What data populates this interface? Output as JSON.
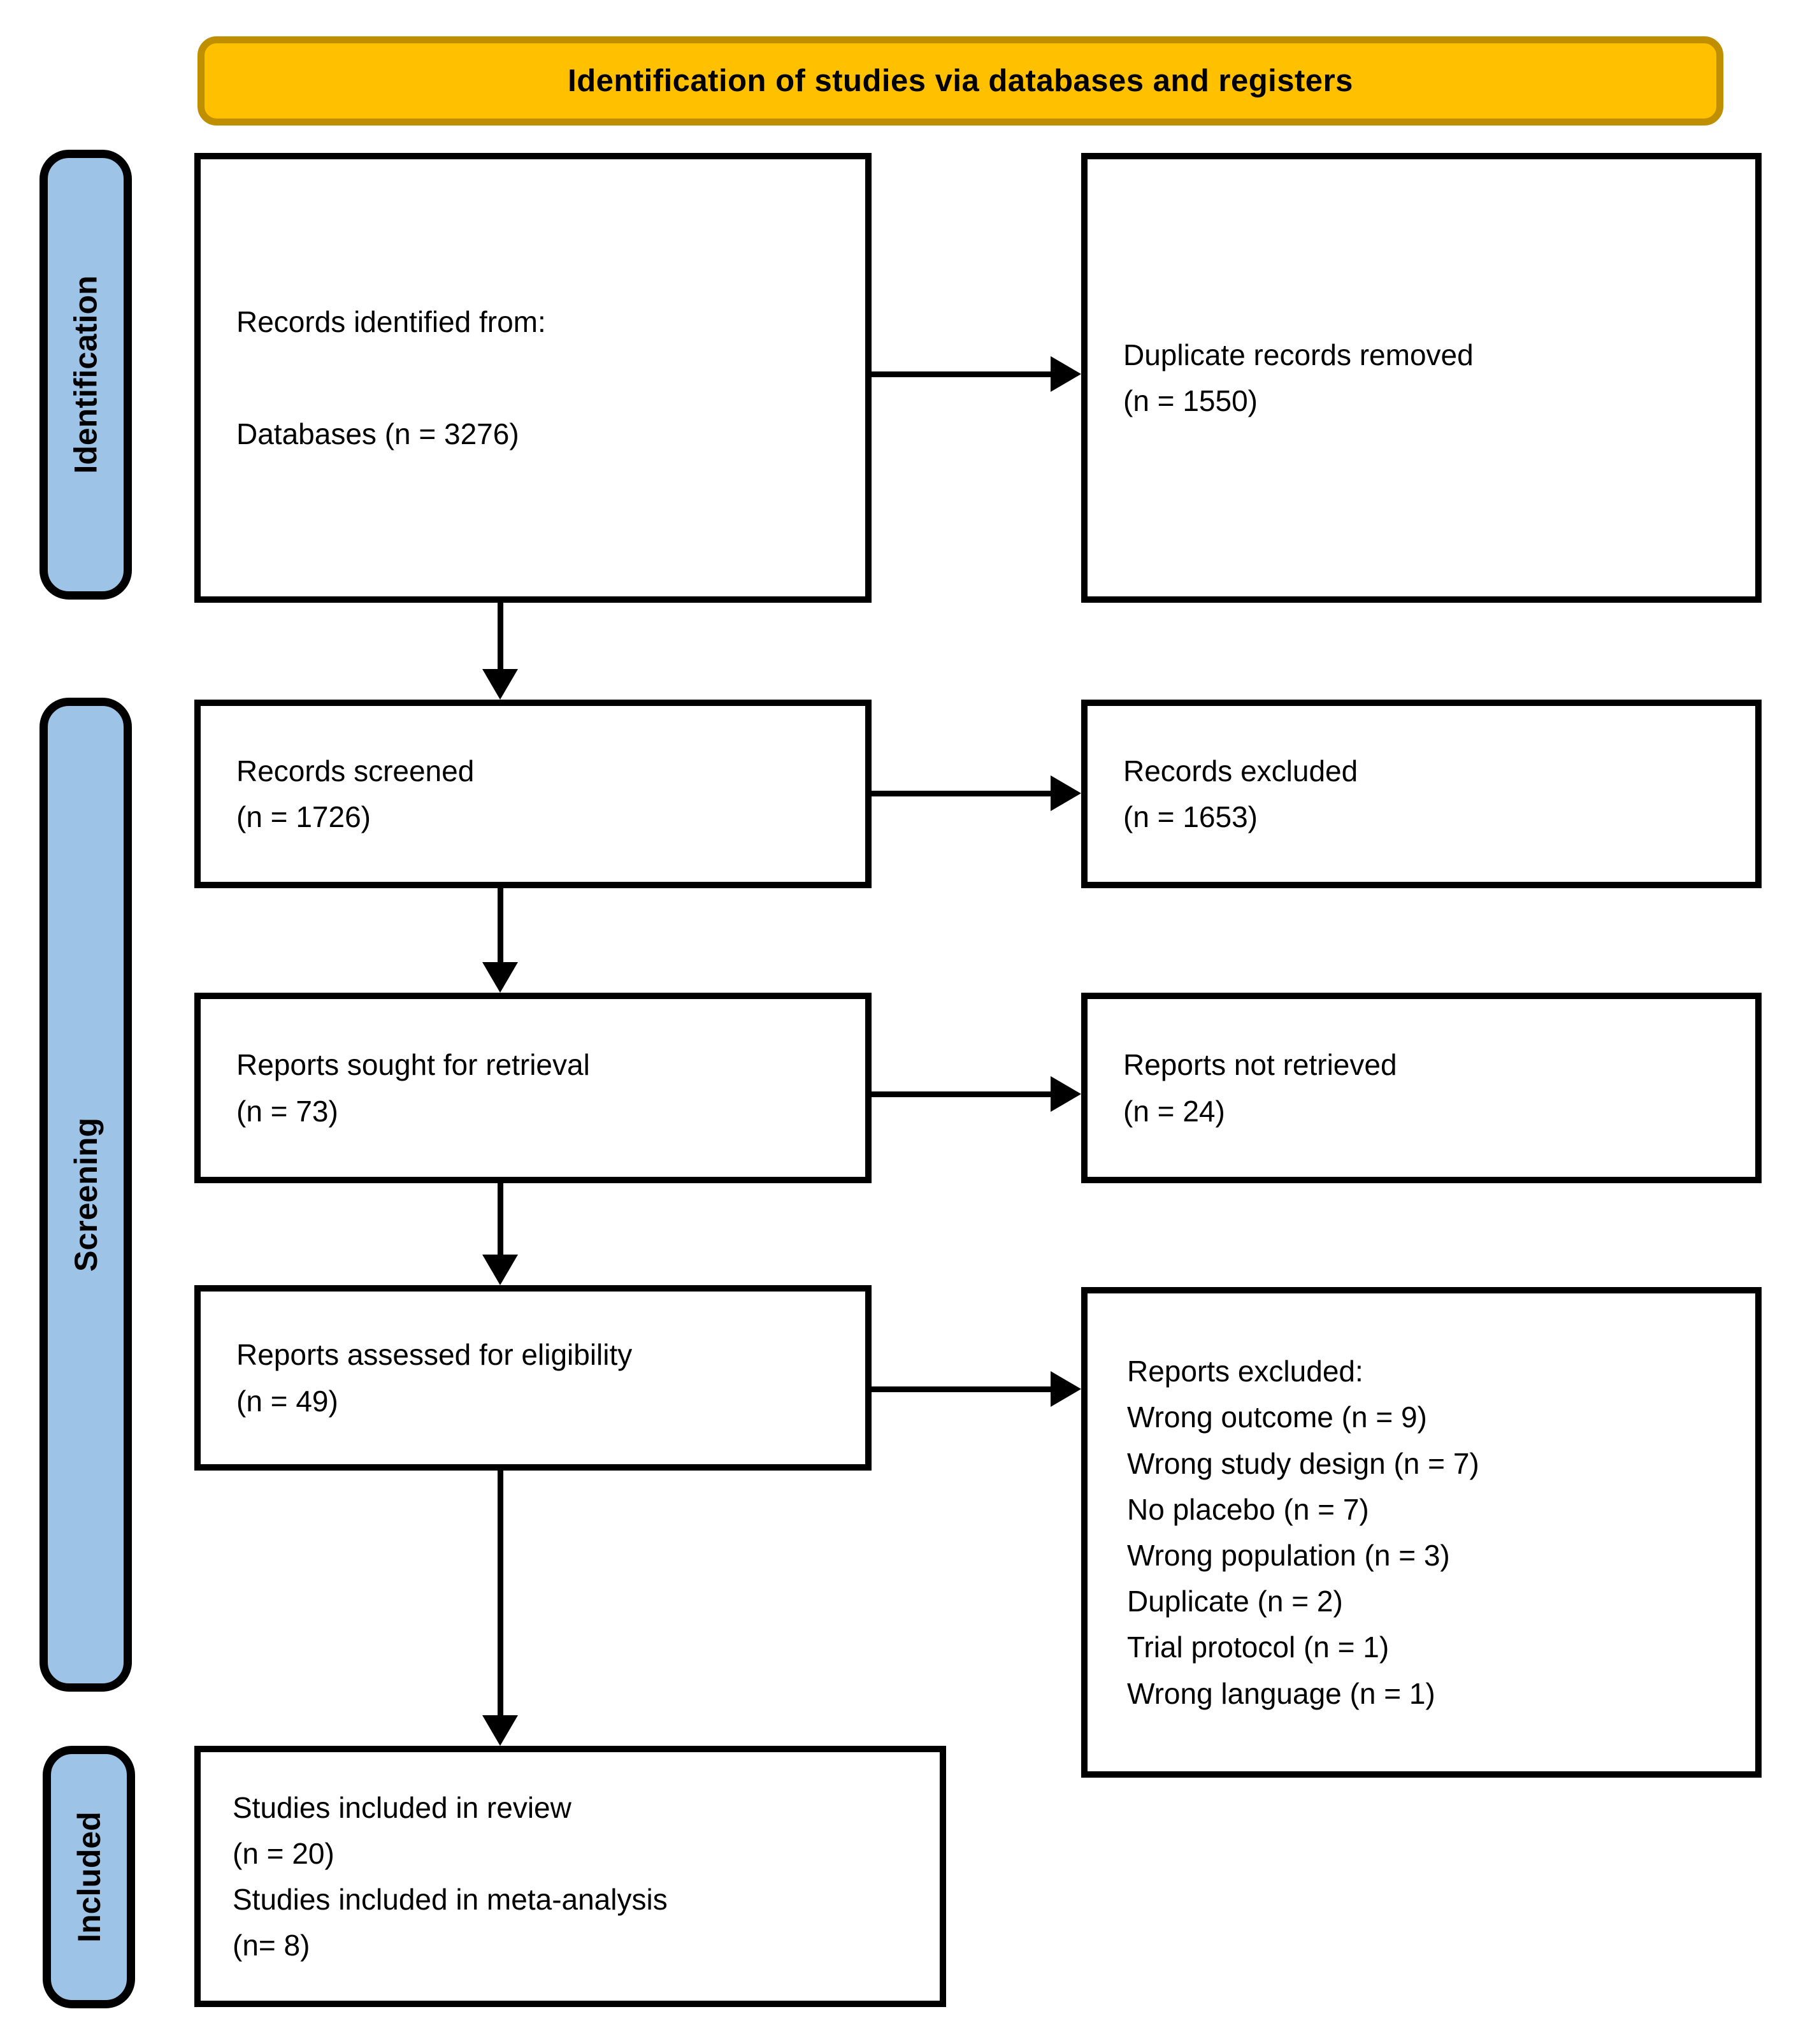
{
  "header": {
    "title": "Identification of studies via databases and registers"
  },
  "stages": {
    "identification": "Identification",
    "screening": "Screening",
    "included": "Included"
  },
  "flow": {
    "records_identified": {
      "lines": [
        "Records identified from:",
        "Databases (n = 3276)"
      ]
    },
    "duplicates_removed": {
      "lines": [
        "Duplicate records removed",
        "(n = 1550)"
      ]
    },
    "records_screened": {
      "lines": [
        "Records screened",
        "(n = 1726)"
      ]
    },
    "records_excluded": {
      "lines": [
        "Records excluded",
        "(n = 1653)"
      ]
    },
    "reports_sought": {
      "lines": [
        "Reports sought for retrieval",
        "(n = 73)"
      ]
    },
    "reports_not_retrieved": {
      "lines": [
        "Reports not retrieved",
        "(n = 24)"
      ]
    },
    "reports_assessed": {
      "lines": [
        "Reports assessed for eligibility",
        "(n = 49)"
      ]
    },
    "reports_excluded": {
      "title": "Reports excluded:",
      "reasons": [
        "Wrong outcome (n = 9)",
        "Wrong study design (n = 7)",
        "No placebo (n = 7)",
        "Wrong population (n = 3)",
        "Duplicate (n = 2)",
        "Trial protocol (n = 1)",
        "Wrong language (n = 1)"
      ]
    },
    "studies_included": {
      "lines": [
        "Studies included in review",
        "(n = 20)",
        "Studies included in meta-analysis",
        "(n= 8)"
      ]
    }
  },
  "colors": {
    "header_fill": "#FFC000",
    "header_border": "#BF8F00",
    "stage_fill": "#9DC3E6",
    "line_color": "#000000",
    "box_fill": "#FFFFFF"
  }
}
